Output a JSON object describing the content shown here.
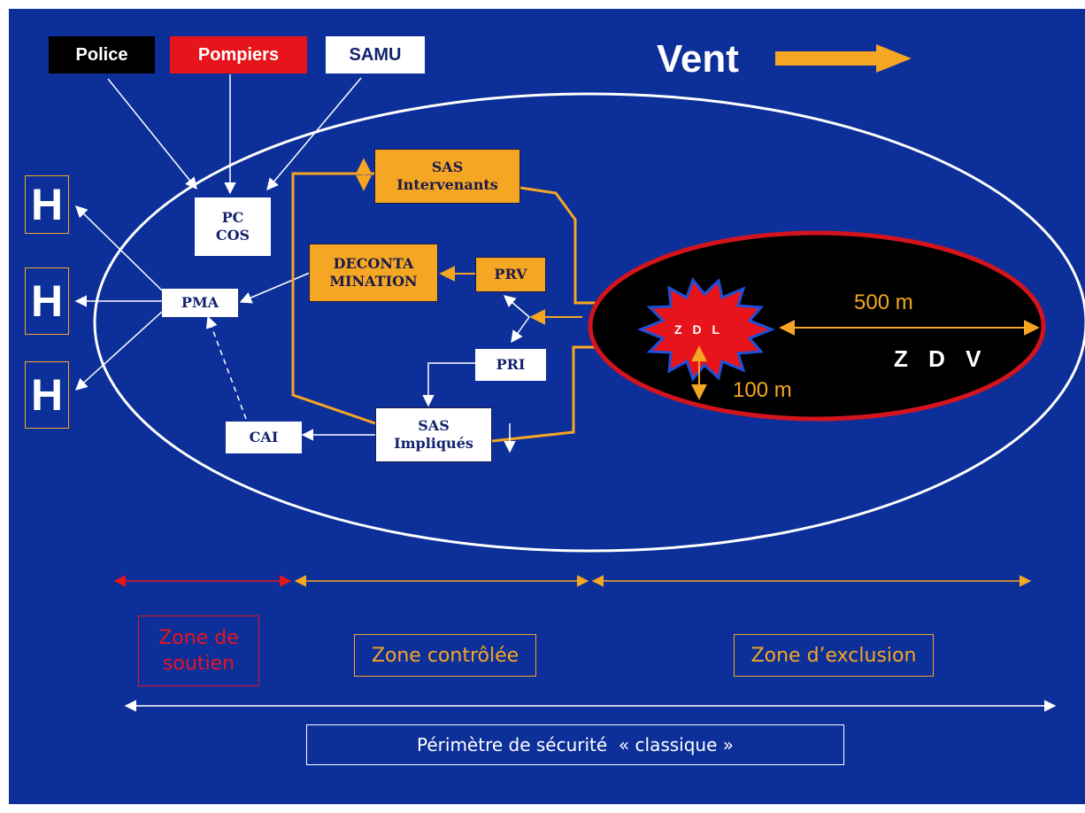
{
  "agencies": {
    "police": "Police",
    "pompiers": "Pompiers",
    "samu": "SAMU"
  },
  "wind": {
    "label": "Vent"
  },
  "hospitals": [
    "H",
    "H",
    "H"
  ],
  "nodes": {
    "pc_line1": "PC",
    "pc_line2": "COS",
    "pma": "PMA",
    "cai": "CAI",
    "sas_int_line1": "SAS",
    "sas_int_line2": "Intervenants",
    "decon_line1": "DECONTA",
    "decon_line2": "MINATION",
    "prv": "PRV",
    "pri": "PRI",
    "sas_imp_line1": "SAS",
    "sas_imp_line2": "Impliqués"
  },
  "danger_zone": {
    "zdl": "Z D L",
    "zdv": "Z D V",
    "radius_outer": "500 m",
    "radius_inner": "100 m"
  },
  "zones": {
    "soutien_line1": "Zone de",
    "soutien_line2": "soutien",
    "controlee": "Zone contrôlée",
    "exclusion": "Zone d’exclusion"
  },
  "perimeter": "Périmètre de sécurité  « classique »",
  "colors": {
    "background": "#0d2f99",
    "orange": "#f5a623",
    "red": "#e8141c",
    "white": "#ffffff",
    "black": "#000000"
  }
}
